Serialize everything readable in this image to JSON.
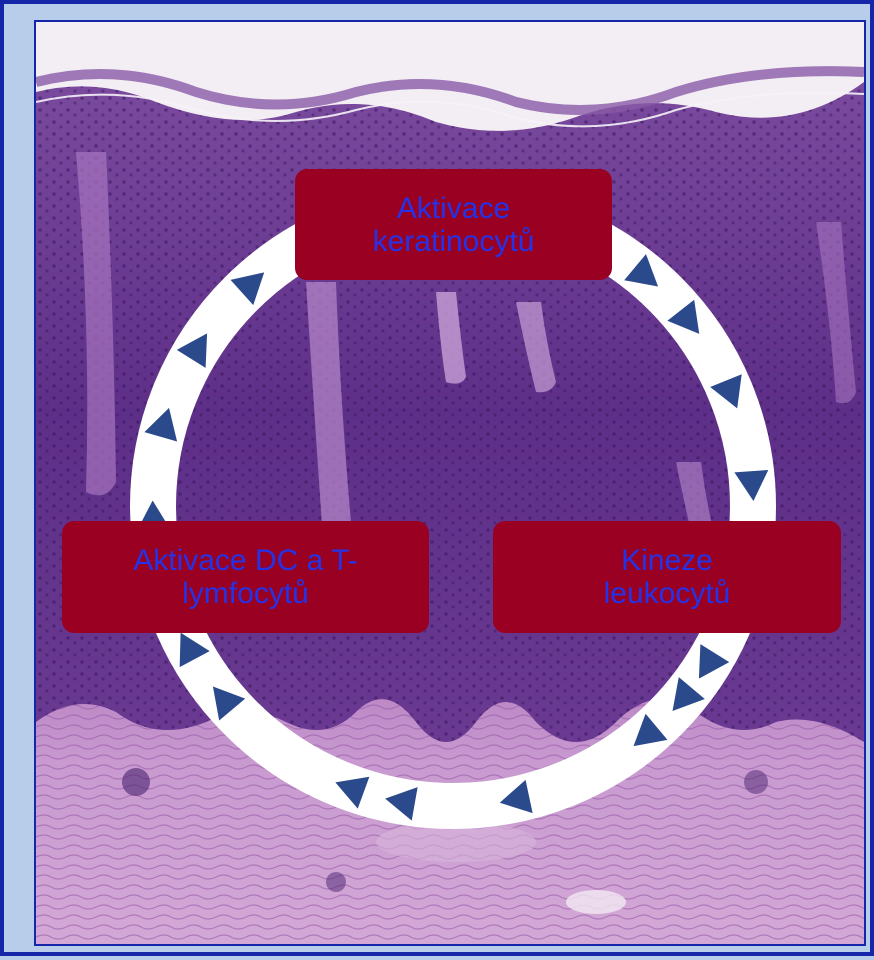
{
  "diagram": {
    "type": "cycle",
    "nodes": [
      {
        "id": "top",
        "lines": [
          "Aktivace",
          "keratinocytů"
        ]
      },
      {
        "id": "right",
        "lines": [
          "Kineze",
          "leukocytů"
        ]
      },
      {
        "id": "left",
        "lines": [
          "Aktivace DC a T-",
          "lymfocytů"
        ]
      }
    ],
    "direction": "clockwise",
    "colors": {
      "frame": "#1626a8",
      "background": "#b7cdea",
      "node_fill": "#9a0021",
      "node_text": "#2433e8",
      "ring": "#ffffff",
      "arrow": "#2b4a8c",
      "tissue_epidermis": "#6a3890",
      "tissue_dermis": "#c290c8"
    }
  }
}
